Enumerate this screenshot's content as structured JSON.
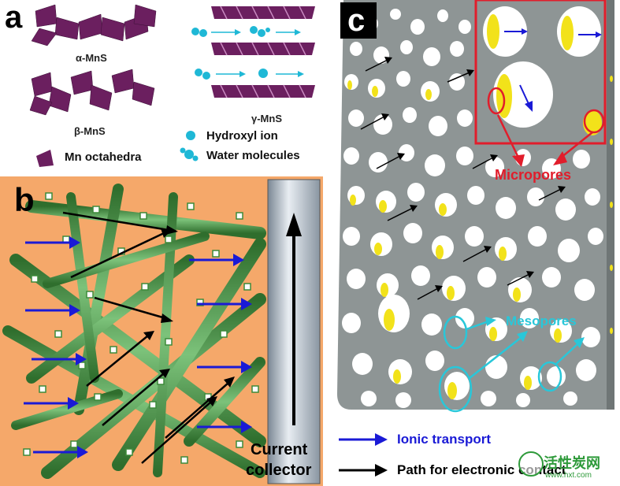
{
  "panel_a": {
    "letter": "a",
    "alpha_label": "α-MnS",
    "beta_label": "β-MnS",
    "gamma_label": "γ-MnS",
    "legend": {
      "mn_octahedra": "Mn octahedra",
      "hydroxyl_ion": "Hydroxyl ion",
      "water_molecules": "Water molecules"
    }
  },
  "panel_b": {
    "letter": "b",
    "collector_line1": "Current",
    "collector_line2": "collector"
  },
  "panel_c": {
    "letter": "c",
    "micropores_label": "Micropores",
    "mesopores_label": "Mesopores"
  },
  "legend": {
    "ionic": "Ionic transport",
    "electronic": "Path for electronic contact"
  },
  "watermark": {
    "text": "活性炭网",
    "url": "www.hxt.com"
  },
  "colors": {
    "octahedra": "#6b1f5f",
    "hydroxyl": "#1fb8d6",
    "orange_bg": "#f5a86a",
    "fiber_green": "#3d8a3a",
    "ion_blue": "#1a1ad6",
    "plate_gray": "#8a9090",
    "pore_yellow": "#f2e21a",
    "micropore_red": "#e11d2b",
    "mesopore_cyan": "#29c7d9"
  }
}
